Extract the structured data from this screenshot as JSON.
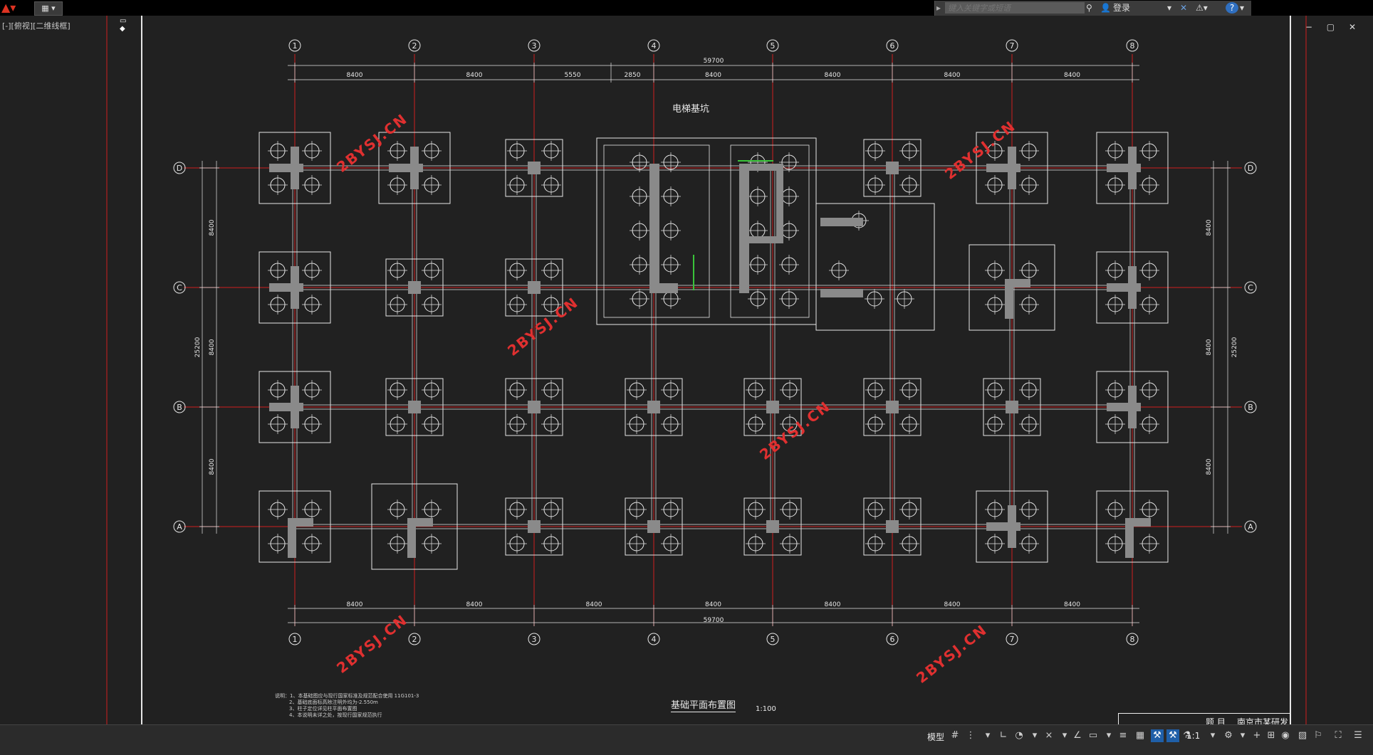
{
  "topbar": {
    "search_placeholder": "键入关键字或短语",
    "login_label": "登录",
    "help_label": "?"
  },
  "viewport": {
    "label": "[-][俯视][二维线框]"
  },
  "drawing": {
    "grid_columns": [
      "1",
      "2",
      "3",
      "4",
      "5",
      "6",
      "7",
      "8"
    ],
    "grid_rows": [
      "D",
      "C",
      "B",
      "A"
    ],
    "top_total": "59700",
    "top_spans": [
      "8400",
      "8400",
      "5550",
      "2850",
      "8400",
      "8400",
      "8400",
      "8400"
    ],
    "bottom_total": "59700",
    "bottom_spans": [
      "8400",
      "8400",
      "8400",
      "8400",
      "8400",
      "8400",
      "8400"
    ],
    "left_total": "25200",
    "left_spans": [
      "8400",
      "8400",
      "8400"
    ],
    "right_total": "25200",
    "right_spans": [
      "8400",
      "8400",
      "8400"
    ],
    "elevator_pit_label": "电梯基坑",
    "plan_title": "基础平面布置图",
    "plan_scale": "1:100",
    "watermark": "2BYSJ.CN",
    "notes": [
      "说明：1、本基础图应与现行国家标准及规范配合使用  11G101-3",
      "2、基础底面标高除注明外均为-2.550m",
      "3、柱子定位详见柱平面布置图",
      "4、本说明未详之处，按现行国家规范执行"
    ],
    "title_block_label": "题 目",
    "title_block_value": "南京市某研发楼"
  },
  "statusbar": {
    "model_label": "模型",
    "scale_label": "1:1"
  },
  "colors": {
    "background": "#212121",
    "grid_line": "#d02020",
    "linework": "#e6e6e6",
    "column_fill": "#8a8a8a",
    "watermark": "#e03030",
    "accent": "#1f5fa8"
  }
}
